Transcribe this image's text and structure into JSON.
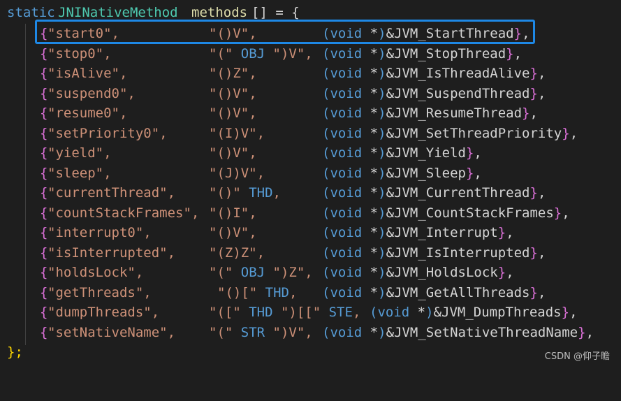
{
  "editor": {
    "header": {
      "static": "static",
      "type": "JNINativeMethod",
      "name": "methods",
      "rest": "[] = {"
    },
    "entries": [
      {
        "name": "\"start0\",",
        "sig": [
          "\"()V\","
        ],
        "fnptr": "(void *)&JVM_StartThread},"
      },
      {
        "name": "\"stop0\",",
        "sig": [
          "\"(\" ",
          "OBJ",
          " \")V\","
        ],
        "fnptr": "(void *)&JVM_StopThread},"
      },
      {
        "name": "\"isAlive\",",
        "sig": [
          "\"()Z\","
        ],
        "fnptr": "(void *)&JVM_IsThreadAlive},"
      },
      {
        "name": "\"suspend0\",",
        "sig": [
          "\"()V\","
        ],
        "fnptr": "(void *)&JVM_SuspendThread},"
      },
      {
        "name": "\"resume0\",",
        "sig": [
          "\"()V\","
        ],
        "fnptr": "(void *)&JVM_ResumeThread},"
      },
      {
        "name": "\"setPriority0\",",
        "sig": [
          "\"(I)V\","
        ],
        "fnptr": "(void *)&JVM_SetThreadPriority},"
      },
      {
        "name": "\"yield\",",
        "sig": [
          "\"()V\","
        ],
        "fnptr": "(void *)&JVM_Yield},"
      },
      {
        "name": "\"sleep\",",
        "sig": [
          "\"(J)V\","
        ],
        "fnptr": "(void *)&JVM_Sleep},"
      },
      {
        "name": "\"currentThread\",",
        "sig": [
          "\"()\" ",
          "THD",
          ","
        ],
        "fnptr": "(void *)&JVM_CurrentThread},"
      },
      {
        "name": "\"countStackFrames\",",
        "sig": [
          "\"()I\","
        ],
        "fnptr": "(void *)&JVM_CountStackFrames},"
      },
      {
        "name": "\"interrupt0\",",
        "sig": [
          "\"()V\","
        ],
        "fnptr": "(void *)&JVM_Interrupt},"
      },
      {
        "name": "\"isInterrupted\",",
        "sig": [
          "\"(Z)Z\","
        ],
        "fnptr": "(void *)&JVM_IsInterrupted},"
      },
      {
        "name": "\"holdsLock\",",
        "sig": [
          "\"(\" ",
          "OBJ",
          " \")Z\","
        ],
        "fnptr": "(void *)&JVM_HoldsLock},"
      },
      {
        "name": "\"getThreads\",",
        "sig": [
          "\"()[\" ",
          "THD",
          ","
        ],
        "fnptr": "(void *)&JVM_GetAllThreads},"
      },
      {
        "name": "\"dumpThreads\",",
        "sig": [
          "\"([\" ",
          "THD",
          " \")[[\" ",
          "STE",
          ","
        ],
        "fnptr": "(void *)&JVM_DumpThreads},"
      },
      {
        "name": "\"setNativeName\",",
        "sig": [
          "\"(\" ",
          "STR",
          " \")V\","
        ],
        "fnptr": "(void *)&JVM_SetNativeThreadName},"
      }
    ],
    "closing": "};"
  },
  "colors": {
    "background": "#1e1e1e",
    "highlight_box": "#1e88e5"
  },
  "watermark": "CSDN @仰子瞻"
}
